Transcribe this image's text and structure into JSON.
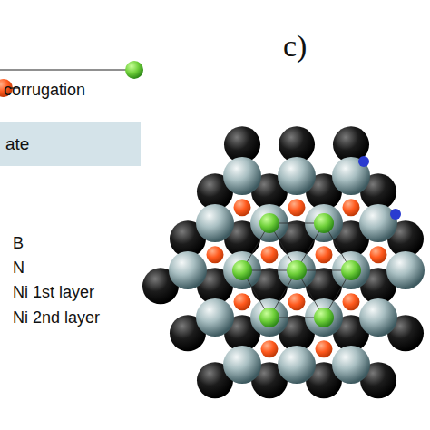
{
  "diagram": {
    "nodes": [
      {
        "text": [
          "ate"
        ]
      }
    ],
    "labels": [
      "c)",
      "corrugation",
      "B",
      "N",
      "Ni 1st layer",
      "Ni 2nd layer"
    ]
  }
}
